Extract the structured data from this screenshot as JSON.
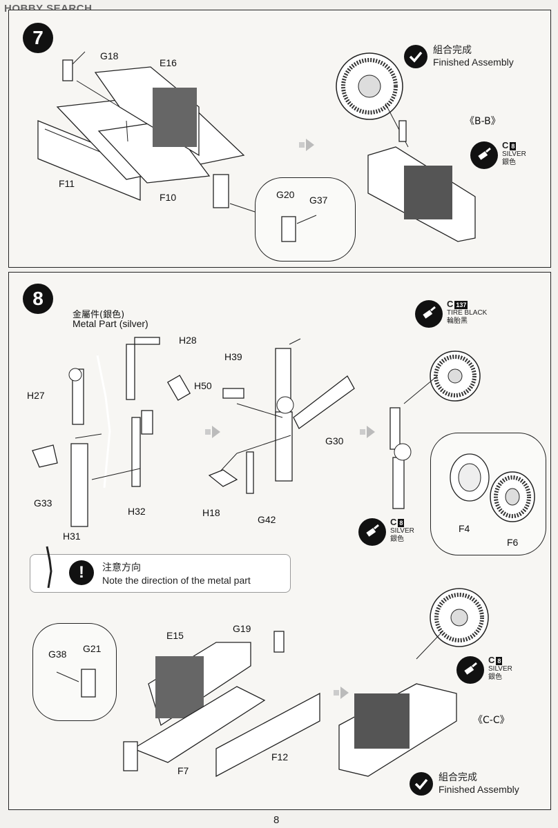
{
  "watermark": "HOBBY SEARCH",
  "page_number": "8",
  "step7": {
    "number": "7",
    "parts": {
      "g18": "G18",
      "e16": "E16",
      "f11": "F11",
      "f10": "F10",
      "g20": "G20",
      "g37": "G37"
    },
    "finished": {
      "cn": "組合完成",
      "en": "Finished Assembly"
    },
    "view_label": "《B-B》",
    "paint": {
      "code": "C",
      "code_num": "8",
      "en": "SILVER",
      "cn": "銀色"
    }
  },
  "step8": {
    "number": "8",
    "metal_part": {
      "cn": "金屬件(銀色)",
      "en": "Metal Part (silver)"
    },
    "parts": {
      "h28": "H28",
      "h27": "H27",
      "h50": "H50",
      "g33": "G33",
      "h32": "H32",
      "h31": "H31",
      "h39": "H39",
      "g30": "G30",
      "h18": "H18",
      "g42": "G42",
      "f4": "F4",
      "f6": "F6",
      "g19": "G19",
      "e15": "E15",
      "g38": "G38",
      "g21": "G21",
      "f7": "F7",
      "f12": "F12"
    },
    "tire_paint": {
      "code": "C",
      "code_num": "137",
      "en": "TIRE BLACK",
      "cn": "輪胎黑"
    },
    "silver_paint_1": {
      "code": "C",
      "code_num": "8",
      "en": "SILVER",
      "cn": "銀色"
    },
    "silver_paint_2": {
      "code": "C",
      "code_num": "8",
      "en": "SILVER",
      "cn": "銀色"
    },
    "note": {
      "cn": "注意方向",
      "en": "Note the direction of the metal part"
    },
    "view_label": "《C-C》",
    "finished": {
      "cn": "組合完成",
      "en": "Finished Assembly"
    }
  }
}
